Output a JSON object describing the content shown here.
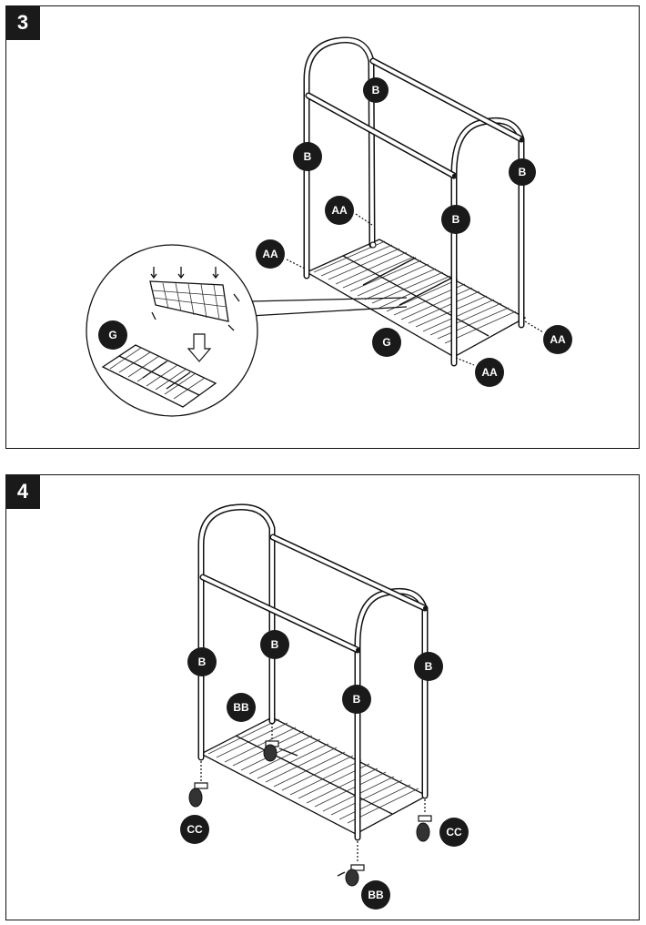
{
  "steps": [
    {
      "number": "3",
      "labels": {
        "b_top": "B",
        "b_left": "B",
        "b_right": "B",
        "b_front": "B",
        "aa_back": "AA",
        "aa_left": "AA",
        "aa_right": "AA",
        "aa_front": "AA",
        "g_main": "G",
        "g_inset": "G"
      }
    },
    {
      "number": "4",
      "labels": {
        "b_left": "B",
        "b_back": "B",
        "b_front": "B",
        "b_right": "B",
        "bb_top": "BB",
        "bb_bottom": "BB",
        "cc_left": "CC",
        "cc_right": "CC"
      }
    }
  ],
  "colors": {
    "ink": "#111111",
    "label_fill": "#1a1a1a",
    "label_text": "#ffffff"
  }
}
